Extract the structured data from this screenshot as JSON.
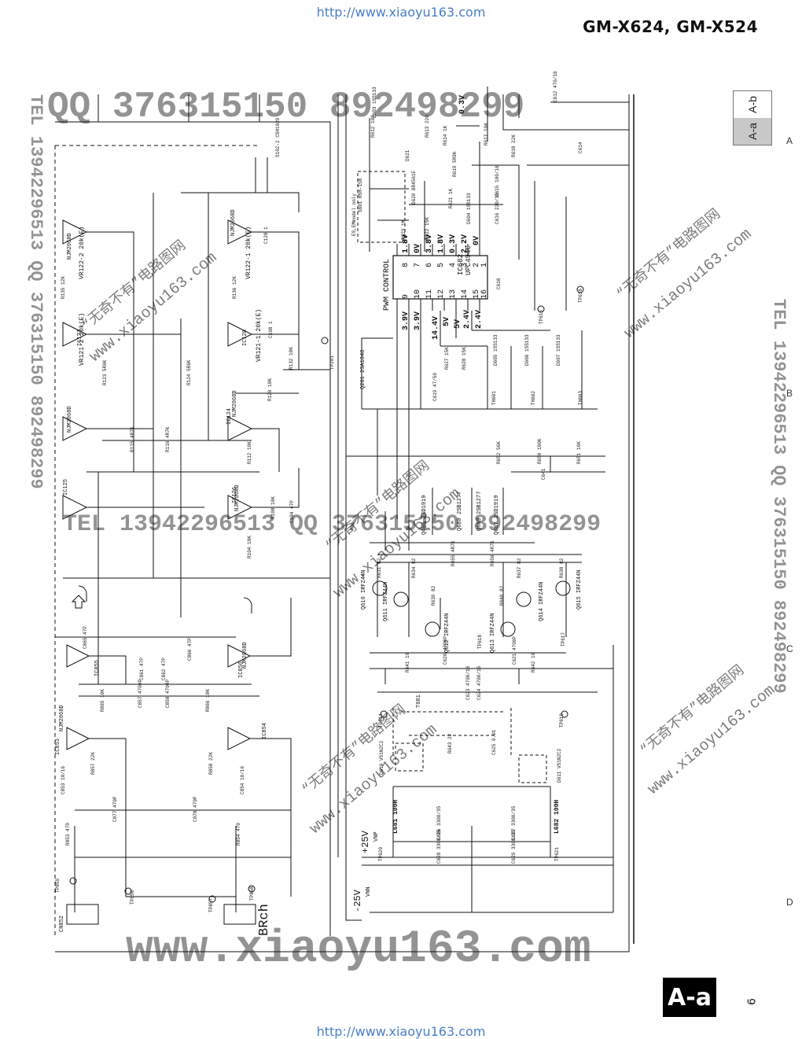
{
  "header": {
    "url": "http://www.xiaoyu163.com",
    "model": "GM-X624, GM-X524"
  },
  "footer": {
    "url": "http://www.xiaoyu163.com",
    "badge": "A-a",
    "page": "6"
  },
  "tab": {
    "top": "A-b",
    "bottom": "A-a"
  },
  "grid": [
    "A",
    "B",
    "C",
    "D"
  ],
  "watermarks": {
    "qq_top": "QQ 376315150  892498299",
    "qq_mid": "TEL 13942296513  QQ 376315150  892498299",
    "tel_side": "TEL 13942296513 QQ 376315150 892498299",
    "domain_big": "www.xiaoyu163.com",
    "red_1": "“无奇不有”电路图网",
    "red_2": "www.xiaoyu163.com"
  },
  "schematic": {
    "block_title": "PWM CONTROL",
    "channel": "BRch",
    "ic_main": "IC682",
    "ic_main_part": "UPC494C",
    "pin_top": [
      "8",
      "7",
      "6",
      "5",
      "4",
      "3",
      "2",
      "1"
    ],
    "pin_bottom": [
      "9",
      "10",
      "11",
      "12",
      "13",
      "14",
      "15",
      "16"
    ],
    "volt_top": [
      "1.8V",
      "0V",
      "3.8V",
      "1.8V",
      "0.3V",
      "2.2V",
      "0V"
    ],
    "volt_bottom": [
      "3.9V",
      "3.9V",
      "14.4V",
      "5V",
      "5V",
      "2.4V",
      "2.4V"
    ],
    "volt_misc": "0.3V",
    "supply_pos": "+25V",
    "supply_neg": "-25V",
    "vnp": "VNP",
    "vnn": "VNN",
    "opamp_part": "NJM2068D",
    "ics": [
      "IC127",
      "IC128",
      "IC124",
      "IC125",
      "IC126",
      "IC853",
      "IC854",
      "IC855",
      "IC856"
    ],
    "vrs": [
      "VR122-2 20k(E)",
      "VR122-1 20k(E)",
      "VR121-2 20k(E)",
      "VR121-1 20k(E)"
    ],
    "mosfets": [
      "Q610 IRFZ44N",
      "Q611 IRFZ44N",
      "Q612 IRFZ44N",
      "Q613 IRFZ44N",
      "Q614 IRFZ44N",
      "Q615 IRFZ44N"
    ],
    "transistors": [
      "Q686 2SD1919",
      "Q687 2SD1919",
      "Q688 2SB1277",
      "Q689 2SB1277",
      "Q201 2SA1048"
    ],
    "resistors": [
      "R612 100",
      "R613 220",
      "R614 1K",
      "R617 10K",
      "R618 22K",
      "R619 5R9K",
      "R621 1K",
      "R622 15K",
      "R623 1M",
      "R627 15K",
      "R628 15K",
      "R631 82",
      "R634 82",
      "R637 82",
      "R638 82",
      "R639 82",
      "R640 82",
      "R641 10",
      "R642 10",
      "R643 22",
      "R650 100K",
      "R651 10K",
      "R652 56K",
      "R655 4R7K",
      "R656 4R7K",
      "R104 10K",
      "R108 10K",
      "R112 10K",
      "R115 4R7K",
      "R116 4R7K",
      "R120 10K",
      "R123 5R6K",
      "R124 5R6K",
      "R132 10K",
      "R135 12K",
      "R136 12K",
      "R857 22K",
      "R858 22K",
      "R865 10K",
      "R866 10K",
      "R853 470",
      "R854 470"
    ],
    "capacitors": [
      "C612 470/16",
      "C614",
      "C615 100/16",
      "C616 220/16",
      "C618",
      "C619 47/50",
      "C620 4700P",
      "C621 4700P",
      "C623 4700/16",
      "C624 4700/16",
      "C625 0.01",
      "C626 3300/35",
      "C627 3300/35",
      "C628 3300/35",
      "C629 3300/35",
      "C641",
      "C104 47P",
      "C108 1",
      "C128 1",
      "C853 10/16",
      "C854 10/16",
      "C857 4700P",
      "C858 4700P",
      "C861 47P",
      "C862 47P",
      "C865 47P",
      "C866 47P",
      "C877 470P",
      "C878 470P"
    ],
    "diodes": [
      "D603 1SS133",
      "D604 1SS133",
      "D605 1SS133",
      "D606 1SS133",
      "D607 1SS133",
      "D610 VS1N2C2",
      "D611 VS1N2C2",
      "D620 BR4561F",
      "D621"
    ],
    "inductors": [
      "L681 100H",
      "L682 100H"
    ],
    "thermistors": [
      "TH601",
      "TH602",
      "TH603"
    ],
    "transformer": "T681",
    "switch": "S102-2 CSH1029",
    "switch_model": "S601 HSH-158",
    "es_note": "ES,EMmodel only",
    "testpoints": [
      "TP201",
      "TP611",
      "TP615",
      "TP616",
      "TP617",
      "TP618",
      "TP619",
      "TP620",
      "TP621",
      "TP856",
      "TP857",
      "TP858",
      "TP859"
    ],
    "connector": "CN852"
  }
}
